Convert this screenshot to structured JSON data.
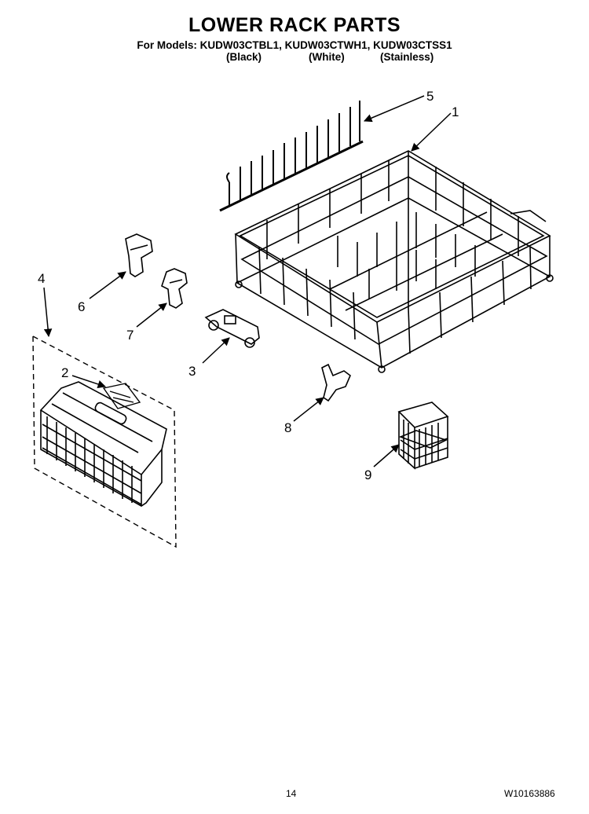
{
  "header": {
    "title": "LOWER RACK PARTS",
    "models_line": "For Models: KUDW03CTBL1, KUDW03CTWH1, KUDW03CTSS1",
    "variants": [
      "(Black)",
      "(White)",
      "(Stainless)"
    ]
  },
  "callouts": {
    "c1": "1",
    "c2": "2",
    "c3": "3",
    "c4": "4",
    "c5": "5",
    "c6": "6",
    "c7": "7",
    "c8": "8",
    "c9": "9"
  },
  "footer": {
    "page_number": "14",
    "doc_code": "W10163886"
  }
}
